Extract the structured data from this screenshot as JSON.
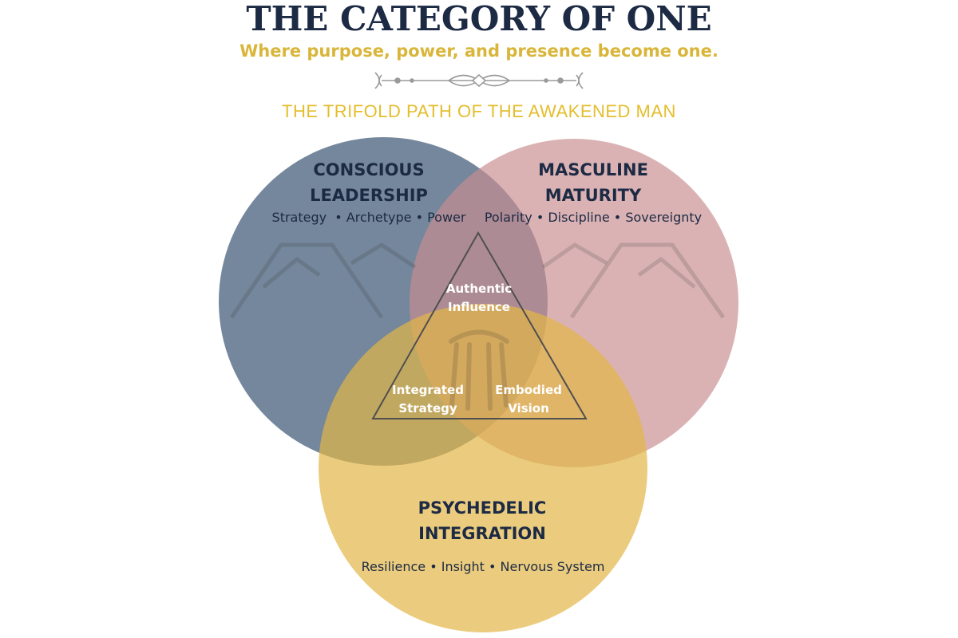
{
  "header": {
    "title": "THE CATEGORY OF ONE",
    "subtitle": "Where purpose, power, and presence become one.",
    "heading": "THE TRIFOLD PATH OF THE AWAKENED MAN"
  },
  "colors": {
    "title": "#1c2a44",
    "subtitle_gold": "#d9b63a",
    "heading_gold": "#e4be2d",
    "circle_blue": "#4d6580",
    "circle_rose": "#c98e90",
    "circle_gold": "#e3b747",
    "ornament_gray": "#9a9a9a"
  },
  "circles": {
    "leadership": {
      "line1": "CONSCIOUS",
      "line2": "LEADERSHIP",
      "sub": "Strategy  • Archetype • Power"
    },
    "maturity": {
      "line1": "MASCULINE",
      "line2": "MATURITY",
      "sub": "Polarity • Discipline • Sovereignty"
    },
    "psychedelic": {
      "line1": "PSYCHEDELIC",
      "line2": "INTEGRATION",
      "sub": "Resilience • Insight • Nervous System"
    }
  },
  "intersections": {
    "top": {
      "line1": "Authentic",
      "line2": "Influence"
    },
    "left": {
      "line1": "Integrated",
      "line2": "Strategy"
    },
    "right": {
      "line1": "Embodied",
      "line2": "Vision"
    }
  },
  "icons": {
    "ornament": "flourish-divider",
    "background": "mountain-watermark",
    "center": "triangle-emblem"
  }
}
